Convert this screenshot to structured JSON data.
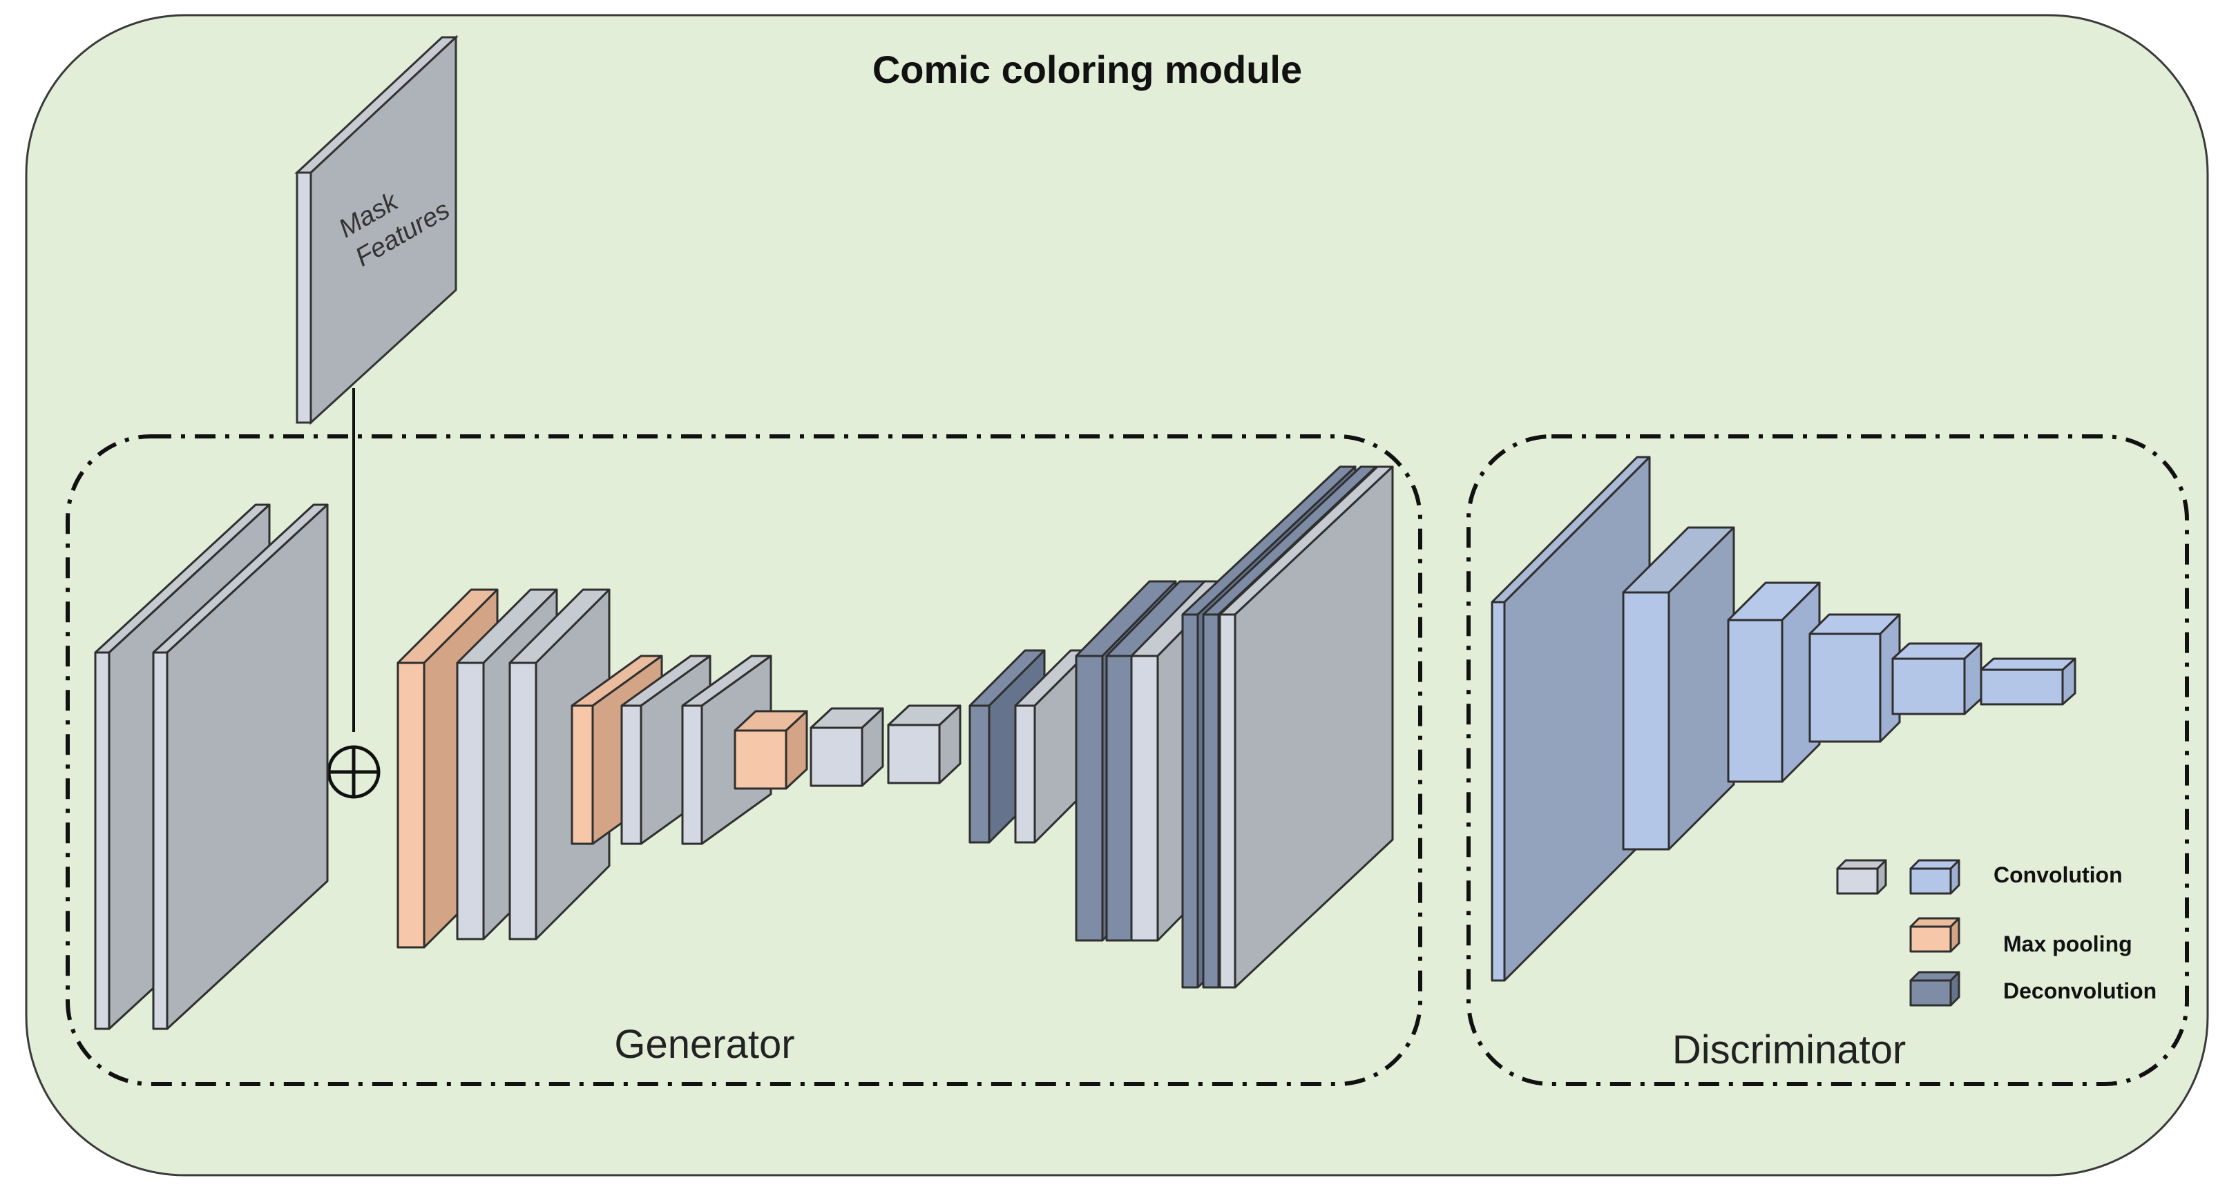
{
  "title": "Comic coloring module",
  "mask_label_line1": "Mask",
  "mask_label_line2": "Features",
  "generator_label": "Generator",
  "discriminator_label": "Discriminator",
  "legend": [
    {
      "label": "Convolution",
      "icon": "convolution-block-icon"
    },
    {
      "label": "Max pooling",
      "icon": "max-pooling-block-icon"
    },
    {
      "label": "Deconvolution",
      "icon": "deconvolution-block-icon"
    }
  ],
  "operator_symbol": "⊕",
  "colors": {
    "background": "#e2eed8",
    "convolution_gray": "#aeb2b9",
    "convolution_light": "#d4d8e2",
    "max_pooling": "#f6c7a8",
    "deconvolution": "#7e8ca6",
    "discriminator_blue": "#b4c6e7"
  }
}
